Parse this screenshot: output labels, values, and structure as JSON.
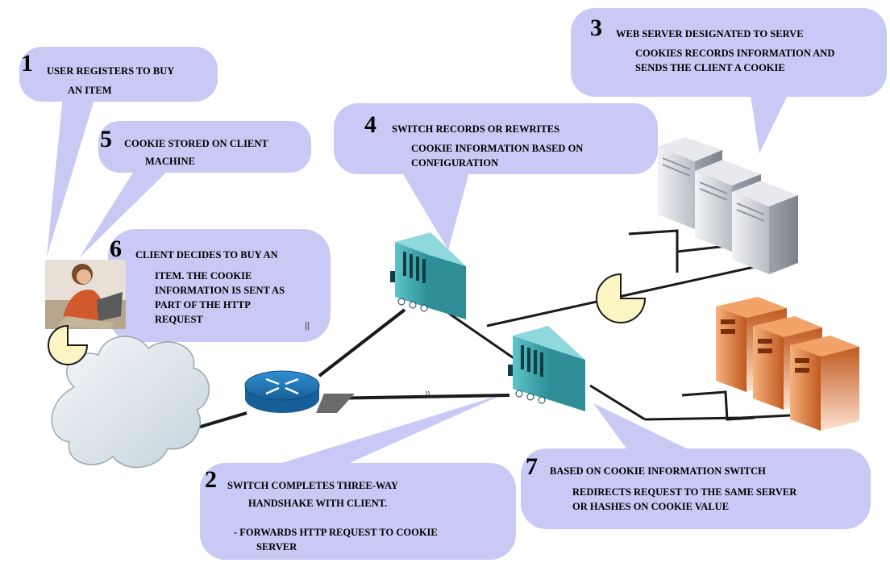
{
  "colors": {
    "bubble": "#c9c9f5",
    "cloud": "#d9e4ea",
    "network_device": "#3ea7b0",
    "web_server": "#c8ccd4",
    "cookie_server": "#c2612a",
    "link": "#1a1a1a"
  },
  "icons": [
    "user-at-laptop-icon",
    "cookie-icon",
    "internet-cloud-icon",
    "router-icon",
    "switch-icon",
    "web-server-icon",
    "cookie-server-icon"
  ],
  "callouts": [
    {
      "number": "1",
      "lines": [
        "USER REGISTERS TO BUY",
        "AN  ITEM"
      ]
    },
    {
      "number": "2",
      "lines": [
        "SWITCH  COMPLETES THREE-WAY",
        "HANDSHAKE     WITH CLIENT.",
        "-  FORWARDS HTTP REQUEST TO COOKIE",
        "SERVER"
      ]
    },
    {
      "number": "3",
      "lines": [
        "WEB SERVER DESIGNATED TO SERVE",
        "COOKIES RECORDS INFORMATION AND",
        "SENDS THE CLIENT A COOKIE"
      ]
    },
    {
      "number": "4",
      "lines": [
        "SWITCH RECORDS OR REWRITES",
        "COOKIE INFORMATION BASED ON",
        "CONFIGURATION"
      ]
    },
    {
      "number": "5",
      "lines": [
        "COOKIE STORED ON CLIENT",
        "MACHINE"
      ]
    },
    {
      "number": "6",
      "lines": [
        "CLIENT DECIDES TO BUY AN",
        "ITEM. THE COOKIE",
        "INFORMATION IS SENT AS",
        "PART OF THE HTTP",
        "REQUEST"
      ]
    },
    {
      "number": "7",
      "lines": [
        "BASED ON COOKIE INFORMATION SWITCH",
        "REDIRECTS REQUEST  TO THE SAME SERVER",
        "OR HASHES ON COOKIE VALUE"
      ]
    }
  ],
  "marks": {
    "six_glyph": "||",
    "link_glyph": "\\\\"
  }
}
